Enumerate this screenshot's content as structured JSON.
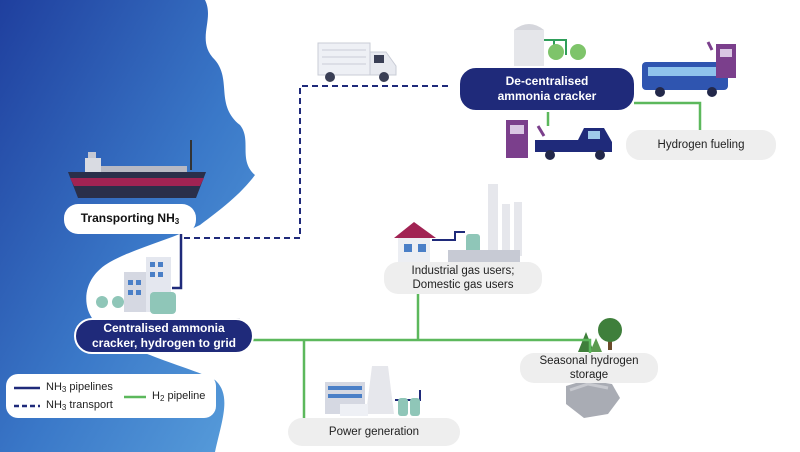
{
  "labels": {
    "transporting": "Transporting NH",
    "transporting_sub": "3",
    "centralised": "Centralised ammonia cracker, hydrogen to grid",
    "decentralised": "De-centralised ammonia cracker",
    "hydrogen_fueling": "Hydrogen fueling",
    "industrial_line1": "Industrial gas users;",
    "industrial_line2": "Domestic gas users",
    "seasonal_line1": "Seasonal hydrogen",
    "seasonal_line2": "storage",
    "power_generation": "Power generation"
  },
  "legend": {
    "nh3_pipelines_pre": "NH",
    "nh3_pipelines_sub": "3",
    "nh3_pipelines_post": " pipelines",
    "nh3_transport_pre": "NH",
    "nh3_transport_sub": "3",
    "nh3_transport_post": " transport",
    "h2_pipeline_pre": "H",
    "h2_pipeline_sub": "2",
    "h2_pipeline_post": " pipeline"
  },
  "colors": {
    "ocean": "#3a78c8",
    "nh3_pipeline": "#1f2a7a",
    "h2_pipeline": "#5cb85c",
    "pill_dark": "#1f2a7a",
    "pill_grey": "#eeeeee",
    "accent_purple": "#7b3f8c"
  },
  "icons": [
    "ship-icon",
    "truck-icon",
    "factory-icon",
    "house-icon",
    "bus-icon",
    "pickup-truck-icon",
    "fuel-pump-icon",
    "power-plant-icon",
    "tree-icon",
    "rock-icon",
    "gas-tank-icon"
  ]
}
